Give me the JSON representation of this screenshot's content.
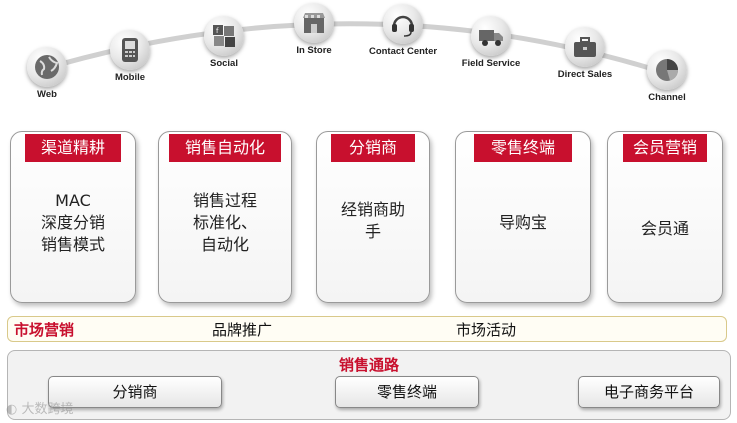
{
  "channels": [
    {
      "label": "Web",
      "icon": "globe-icon"
    },
    {
      "label": "Mobile",
      "icon": "phone-icon"
    },
    {
      "label": "Social",
      "icon": "social-icon"
    },
    {
      "label": "In Store",
      "icon": "store-icon"
    },
    {
      "label": "Contact Center",
      "icon": "headset-icon"
    },
    {
      "label": "Field Service",
      "icon": "truck-icon"
    },
    {
      "label": "Direct Sales",
      "icon": "briefcase-icon"
    },
    {
      "label": "Channel",
      "icon": "pie-icon"
    }
  ],
  "cards": [
    {
      "header": "渠道精耕",
      "body": "MAC\n深度分销\n销售模式"
    },
    {
      "header": "销售自动化",
      "body": "销售过程\n标准化、\n自动化"
    },
    {
      "header": "分销商",
      "body": "经销商助\n手"
    },
    {
      "header": "零售终端",
      "body": "导购宝"
    },
    {
      "header": "会员营销",
      "body": "会员通"
    }
  ],
  "marketing": {
    "title": "市场营销",
    "items": [
      "品牌推广",
      "市场活动"
    ]
  },
  "sales_channel": {
    "title": "销售通路",
    "items": [
      "分销商",
      "零售终端",
      "电子商务平台"
    ]
  },
  "watermark": "大数跨境",
  "colors": {
    "accent": "#c8102e",
    "label": "#222222"
  }
}
